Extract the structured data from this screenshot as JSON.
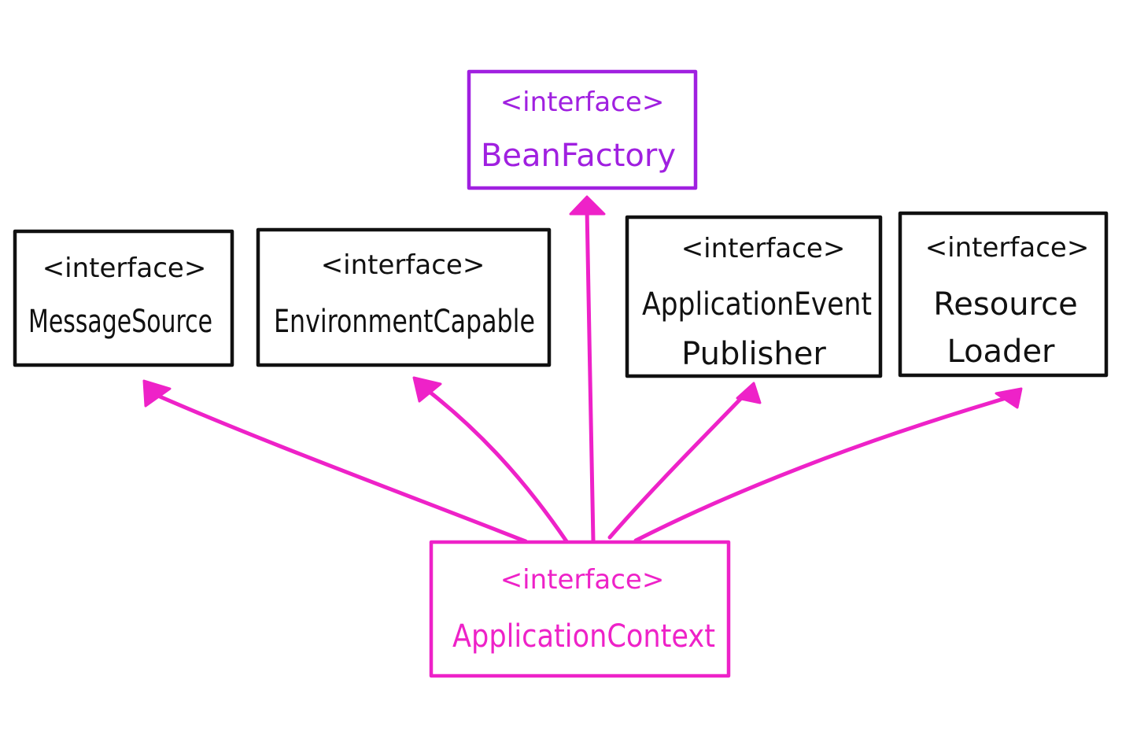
{
  "colors": {
    "ink": "#111111",
    "bean_factory": "#a020e0",
    "application_context": "#ee22c8"
  },
  "nodes": {
    "bean_factory": {
      "stereotype": "<interface>",
      "name_lines": [
        "BeanFactory"
      ]
    },
    "message_source": {
      "stereotype": "<interface>",
      "name_lines": [
        "MessageSource"
      ]
    },
    "environment_capable": {
      "stereotype": "<interface>",
      "name_lines": [
        "EnvironmentCapable"
      ]
    },
    "application_event_publisher": {
      "stereotype": "<interface>",
      "name_lines": [
        "ApplicationEvent",
        "Publisher"
      ]
    },
    "resource_loader": {
      "stereotype": "<interface>",
      "name_lines": [
        "Resource",
        "Loader"
      ]
    },
    "application_context": {
      "stereotype": "<interface>",
      "name_lines": [
        "ApplicationContext"
      ]
    }
  },
  "edges": [
    {
      "from": "application_context",
      "to": "message_source"
    },
    {
      "from": "application_context",
      "to": "environment_capable"
    },
    {
      "from": "application_context",
      "to": "bean_factory"
    },
    {
      "from": "application_context",
      "to": "application_event_publisher"
    },
    {
      "from": "application_context",
      "to": "resource_loader"
    }
  ]
}
